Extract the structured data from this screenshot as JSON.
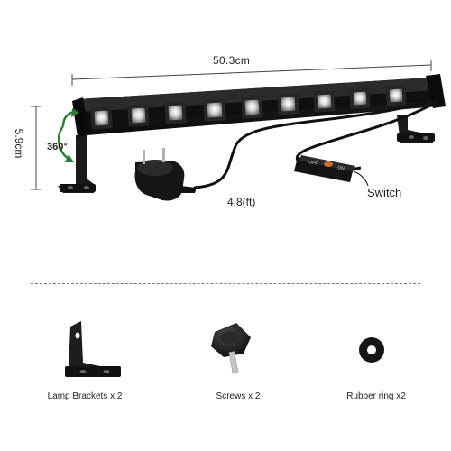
{
  "dimensions": {
    "length": "50.3cm",
    "height": "5.9cm",
    "rotation": "360°",
    "cable_length": "4.8(ft)"
  },
  "callouts": {
    "switch": "Switch",
    "switch_marks": [
      "OFF",
      "ON"
    ]
  },
  "accessories": [
    {
      "label": "Lamp Brackets x 2",
      "icon": "lamp-bracket-icon"
    },
    {
      "label": "Screws x 2",
      "icon": "screw-icon"
    },
    {
      "label": "Rubber ring x2",
      "icon": "rubber-ring-icon"
    }
  ],
  "product": {
    "led_count": 9,
    "body_color": "#141414",
    "led_color": "#e4e4e4",
    "accent_color": "#2e7d32"
  }
}
